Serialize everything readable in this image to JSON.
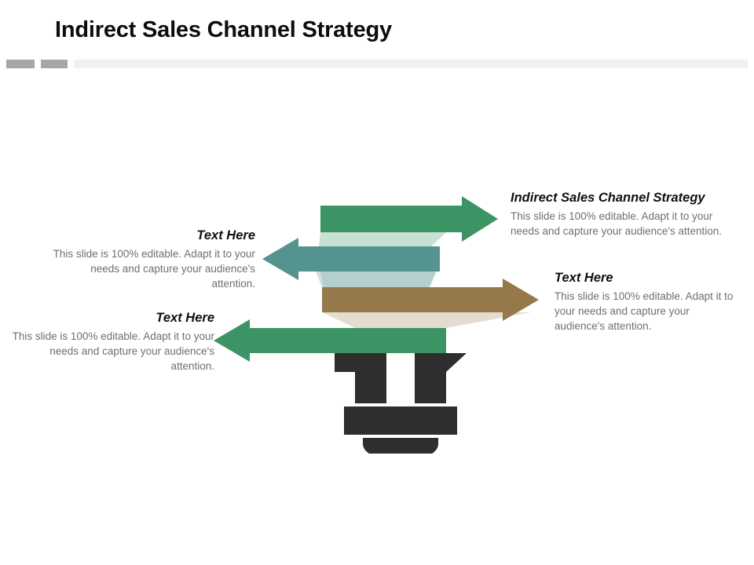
{
  "slide": {
    "title": "Indirect Sales Channel Strategy",
    "background_color": "#ffffff",
    "header_rule": {
      "block_color": "#a6a6a6",
      "line_color": "#f0f0f0"
    }
  },
  "palette": {
    "green": "#3c9464",
    "teal": "#55938f",
    "brown": "#96794a",
    "dark": "#2e2e2e",
    "heading_text": "#101010",
    "body_text": "#6f6f6f",
    "title_text": "#0d0d0d",
    "band_green": "#3c9464",
    "band_teal": "#55938f",
    "band_brown": "#96794a"
  },
  "graphic": {
    "name": "funnel-with-arrows",
    "arrows": [
      {
        "id": "arrow-top-green",
        "direction": "right",
        "color": "#3c9464",
        "label": "top right-pointing green arrow"
      },
      {
        "id": "arrow-second-teal",
        "direction": "left",
        "color": "#55938f",
        "label": "second left-pointing teal arrow"
      },
      {
        "id": "arrow-third-brown",
        "direction": "right",
        "color": "#96794a",
        "label": "third right-pointing brown arrow"
      },
      {
        "id": "arrow-bottom-green",
        "direction": "left",
        "color": "#3c9464",
        "label": "bottom left-pointing green arrow"
      }
    ],
    "funnel_stem_color": "#2e2e2e"
  },
  "callouts": [
    {
      "id": "callout-top-right",
      "heading": "Indirect Sales Channel Strategy",
      "body": "This slide is 100% editable.  Adapt it to your needs and capture your audience's attention.",
      "align": "left"
    },
    {
      "id": "callout-middle-left",
      "heading": "Text Here",
      "body": "This slide is 100% editable.  Adapt it to your needs and capture your audience's attention.",
      "align": "right"
    },
    {
      "id": "callout-middle-right",
      "heading": "Text Here",
      "body": "This slide is 100% editable.  Adapt it to your needs and capture your audience's attention.",
      "align": "left"
    },
    {
      "id": "callout-bottom-left",
      "heading": "Text Here",
      "body": "This slide is 100% editable.  Adapt it to your needs and capture your audience's attention.",
      "align": "right"
    }
  ]
}
